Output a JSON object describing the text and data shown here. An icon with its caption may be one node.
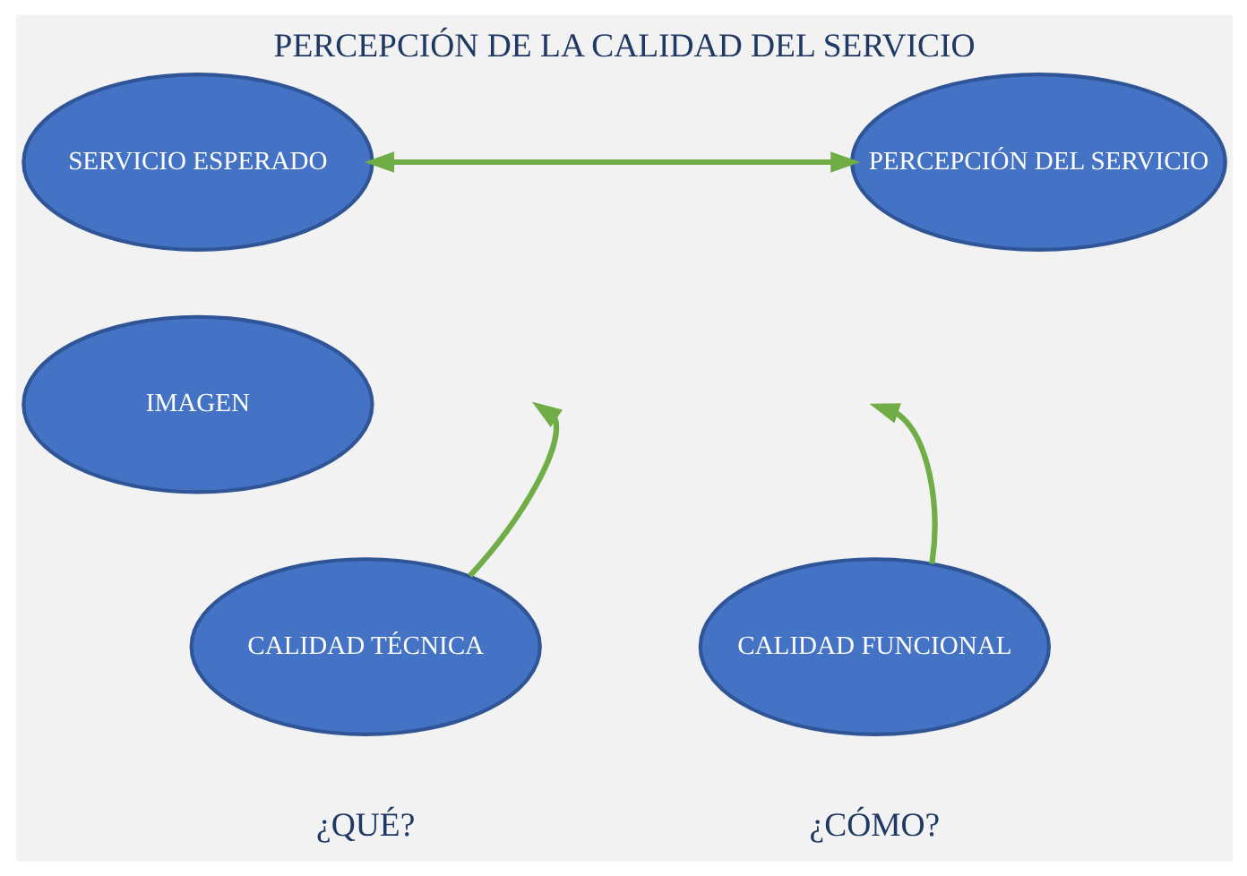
{
  "diagram": {
    "title": "PERCEPCIÓN DE LA CALIDAD DEL SERVICIO",
    "nodes": [
      {
        "text": [
          "SERVICIO ESPERADO"
        ]
      },
      {
        "text": [
          "PERCEPCIÓN DEL SERVICIO"
        ]
      },
      {
        "text": [
          "IMAGEN"
        ]
      },
      {
        "text": [
          "CALIDAD TÉCNICA"
        ],
        "beside": [
          "¿QUÉ?"
        ]
      },
      {
        "text": [
          "CALIDAD FUNCIONAL"
        ],
        "beside": [
          "¿CÓMO?"
        ]
      }
    ],
    "edges": [
      {
        "from": 0,
        "to": 1,
        "arrow": "both",
        "color": "#70ad47"
      },
      {
        "from": 3,
        "to": null,
        "arrow": "to",
        "color": "#70ad47"
      },
      {
        "from": 4,
        "to": null,
        "arrow": "to",
        "color": "#70ad47"
      }
    ]
  }
}
